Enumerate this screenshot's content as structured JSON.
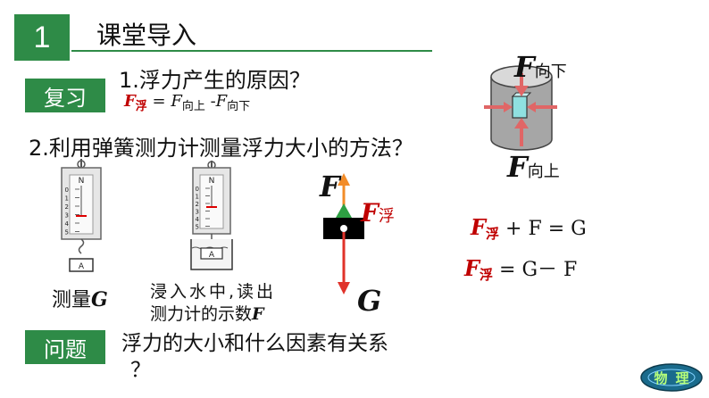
{
  "header": {
    "number": "1",
    "title": "课堂导入"
  },
  "review": {
    "badge": "复习",
    "question1": "1.浮力产生的原因？",
    "formula": {
      "F": "F",
      "fu": "浮",
      "eq": " = ",
      "F2": "F",
      "up": "向上",
      "minus": " -",
      "F3": "F",
      "down": "向下"
    },
    "question2": "2.利用弹簧测力计测量浮力大小的方法？"
  },
  "scale1": {
    "top_label": "N",
    "ticks": [
      "0",
      "1",
      "2",
      "3",
      "4",
      "5"
    ],
    "weight_label": "A",
    "caption_prefix": "测量",
    "caption_var": "G"
  },
  "scale2": {
    "top_label": "N",
    "ticks": [
      "0",
      "1",
      "2",
      "3",
      "4",
      "5"
    ],
    "weight_label": "A",
    "caption_line1": "浸入水中,读出",
    "caption_line2_prefix": "测力计的示数",
    "caption_var": "F"
  },
  "force_diagram": {
    "f_label": "F",
    "fu_F": "F",
    "fu_sub": "浮",
    "g_label": "G"
  },
  "cylinder": {
    "top_F": "F",
    "top_sub": "向下",
    "bottom_F": "F",
    "bottom_sub": "向上"
  },
  "equations": {
    "eq1": {
      "F": "F",
      "sub": "浮",
      "rest": " +  F = G"
    },
    "eq2": {
      "F": "F",
      "sub": "浮",
      "rest": " = G－ F"
    }
  },
  "problem": {
    "badge": "问题",
    "line1": "浮力的大小和什么因素有关系",
    "line2": "？"
  },
  "logo": {
    "text1": "物",
    "text2": "理"
  },
  "colors": {
    "green": "#2e8b47",
    "red": "#c00000",
    "arrow_red": "#e0322a",
    "arrow_green": "#2ea043",
    "arrow_orange": "#f28c28"
  }
}
